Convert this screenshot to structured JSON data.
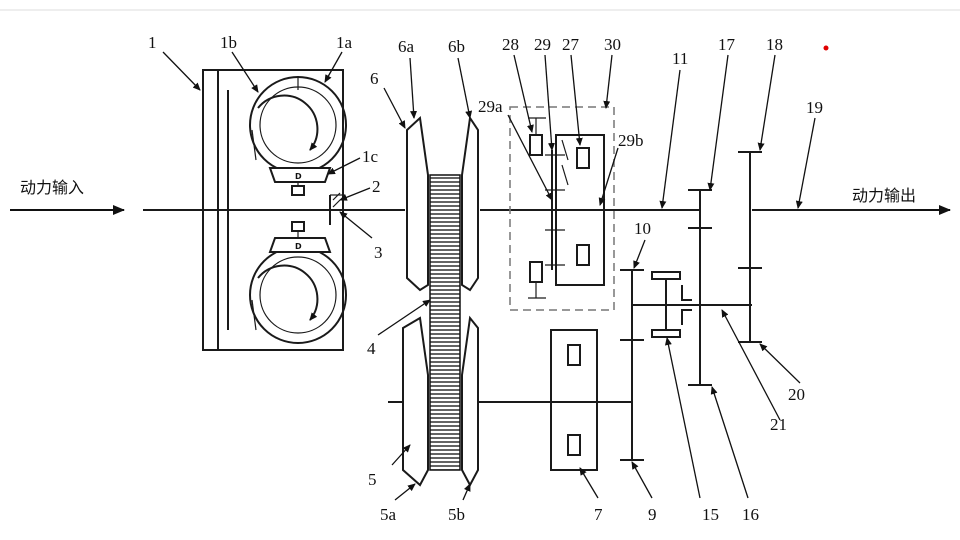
{
  "io_labels": {
    "input": "动力输入",
    "output": "动力输出"
  },
  "part_labels": {
    "p1": "1",
    "p1a": "1a",
    "p1b": "1b",
    "p1c": "1c",
    "p2": "2",
    "p3": "3",
    "p4": "4",
    "p5": "5",
    "p5a": "5a",
    "p5b": "5b",
    "p6": "6",
    "p6a": "6a",
    "p6b": "6b",
    "p7": "7",
    "p9": "9",
    "p10": "10",
    "p11": "11",
    "p15": "15",
    "p16": "16",
    "p17": "17",
    "p18": "18",
    "p19": "19",
    "p20": "20",
    "p21": "21",
    "p27": "27",
    "p28": "28",
    "p29": "29",
    "p29a": "29a",
    "p29b": "29b",
    "p30": "30"
  },
  "damper_mark": "D",
  "colors": {
    "line": "#1a1a1a",
    "dashed_box": "#777777",
    "red_dot": "#e00000"
  }
}
